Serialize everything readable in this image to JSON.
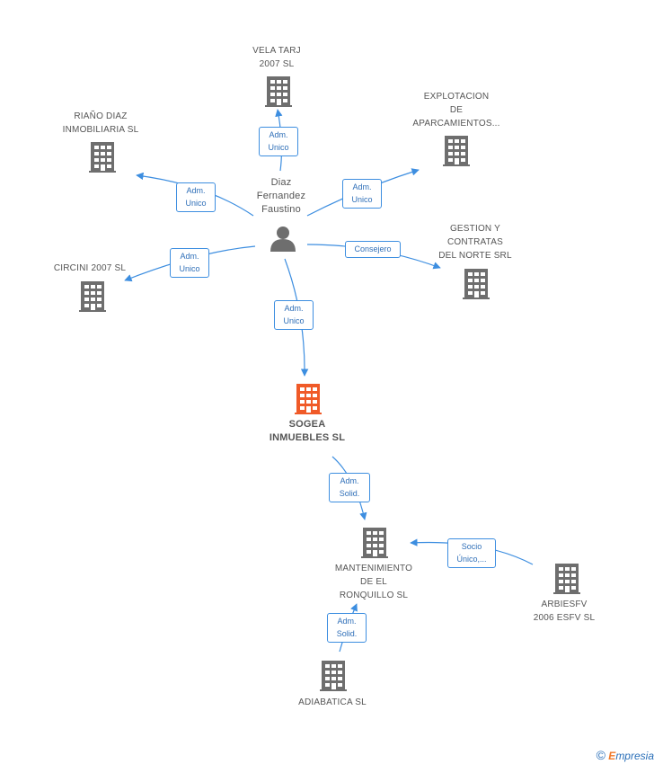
{
  "nodes": {
    "person": {
      "label": "Diaz\nFernandez\nFaustino"
    },
    "vela": {
      "label": "VELA TARJ\n2007 SL"
    },
    "explotacion": {
      "label": "EXPLOTACION\nDE\nAPARCAMIENTOS..."
    },
    "riano": {
      "label": "RIAÑO DIAZ\nINMOBILIARIA SL"
    },
    "gestion": {
      "label": "GESTION Y\nCONTRATAS\nDEL NORTE SRL"
    },
    "circini": {
      "label": "CIRCINI 2007 SL"
    },
    "sogea": {
      "label": "SOGEA\nINMUEBLES SL"
    },
    "mantenimiento": {
      "label": "MANTENIMIENTO\nDE EL\nRONQUILLO  SL"
    },
    "arbiesfv": {
      "label": "ARBIESFV\n2006 ESFV  SL"
    },
    "adiabatica": {
      "label": "ADIABATICA  SL"
    }
  },
  "edges": {
    "vela": "Adm.\nUnico",
    "riano": "Adm.\nUnico",
    "explotacion": "Adm.\nUnico",
    "circini": "Adm.\nUnico",
    "gestion": "Consejero",
    "sogea": "Adm.\nUnico",
    "sogea_mant": "Adm.\nSolid.",
    "arbiesfv_mant": "Socio\nÚnico,...",
    "adiabatica_mant": "Adm.\nSolid."
  },
  "footer": {
    "copyright": "©",
    "brand_e": "E",
    "brand_rest": "mpresia"
  },
  "colors": {
    "building": "#6e6e6e",
    "building_main": "#f05a28",
    "person": "#6e6e6e",
    "edge": "#3d8ee0"
  },
  "icons": {
    "company": "building-icon",
    "person": "person-icon"
  }
}
